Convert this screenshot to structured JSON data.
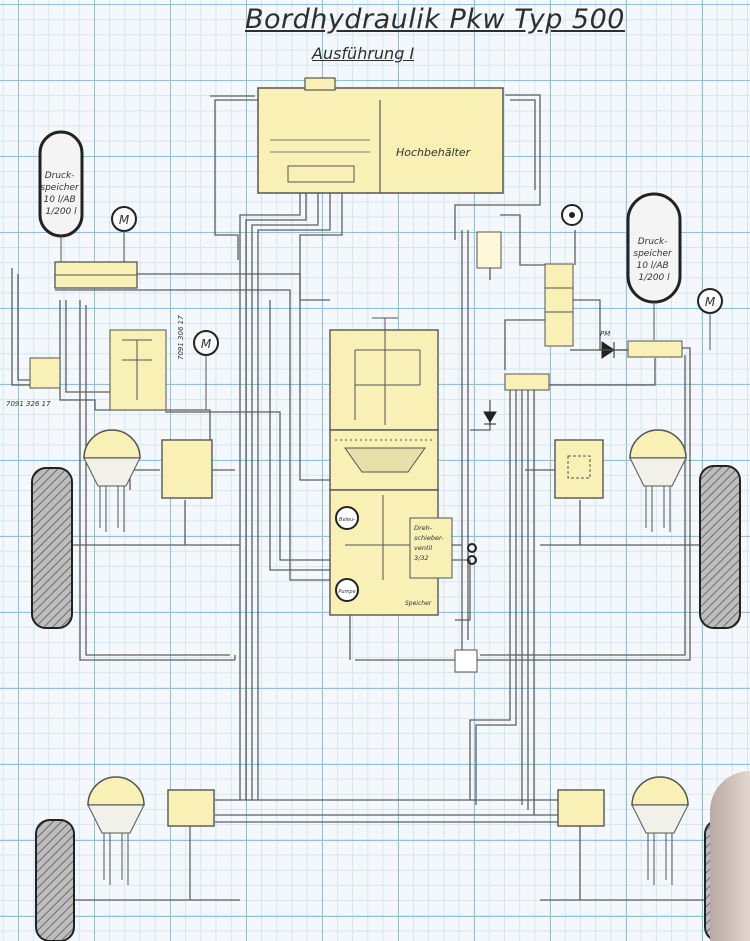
{
  "title": "Bordhydraulik  Pkw  Typ 500",
  "subtitle": "Ausführung I",
  "labels": {
    "reservoir": "Hochbehälter",
    "accumulator_left": [
      "Druck-",
      "speicher",
      "10 l/AB",
      "1/200 l"
    ],
    "accumulator_right": [
      "Druck-",
      "speicher",
      "10 l/AB",
      "1/200 l"
    ],
    "motor": "M",
    "part_left_valve": "7091 326 17",
    "part_block": "7091 306 17",
    "central_block_ring_top": "Beleu-",
    "central_block_ring_bottom": "Pumpe",
    "central_block_side": [
      "Dreh-",
      "schieber-",
      "ventil",
      "3/32"
    ],
    "central_block_foot": "Speicher",
    "valve_label": "PM"
  },
  "colors": {
    "fill": "#f8f0b4",
    "line": "#5e5e5e",
    "grid_major": "#8fc0dc",
    "grid_minor": "#d4e6f1"
  }
}
